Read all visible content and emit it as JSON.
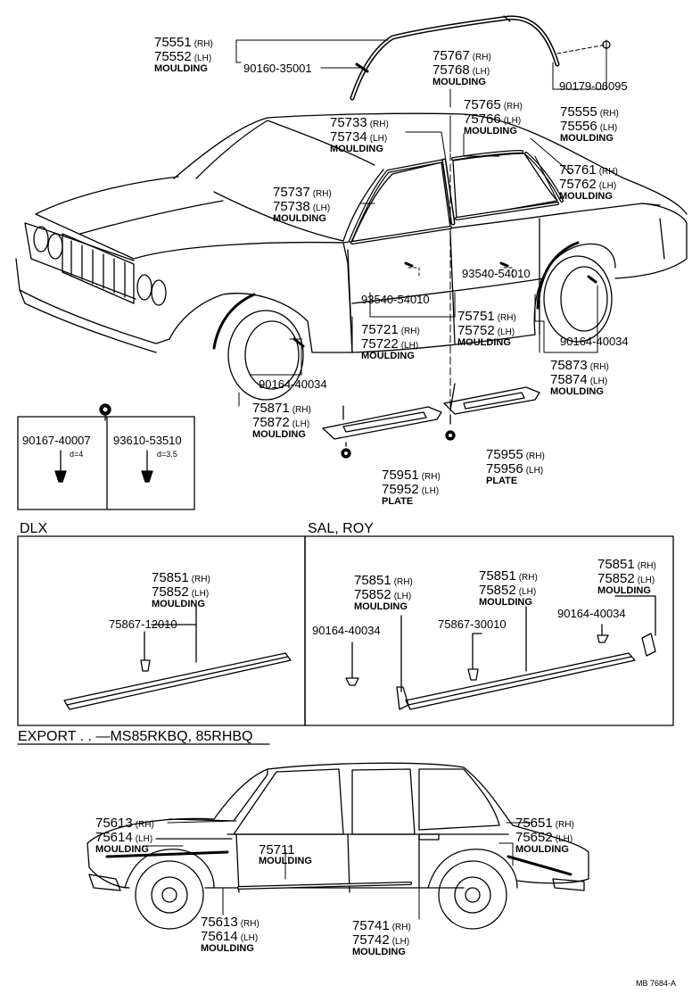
{
  "parts": {
    "p75551": "75551",
    "p75552": "75552",
    "moulding": "MOULDING",
    "rh": "(RH)",
    "lh": "(LH)",
    "p90160": "90160-35001",
    "p75767": "75767",
    "p75768": "75768",
    "p90179": "90179-06095",
    "p75765": "75765",
    "p75766": "75766",
    "p75555": "75555",
    "p75556": "75556",
    "p75733": "75733",
    "p75734": "75734",
    "p75761": "75761",
    "p75762": "75762",
    "p75737": "75737",
    "p75738": "75738",
    "p93540a": "93540-54010",
    "p93540b": "93540-54010",
    "p75721": "75721",
    "p75722": "75722",
    "p75751": "75751",
    "p75752": "75752",
    "p90164a": "90164-40034",
    "p90164b": "90164-40034",
    "p75873": "75873",
    "p75874": "75874",
    "p75871": "75871",
    "p75872": "75872",
    "p90167": "90167-40007",
    "d4": "d=4",
    "p93610": "93610-53510",
    "d35": "d=3.5",
    "p75951": "75951",
    "p75952": "75952",
    "plate": "PLATE",
    "p75955": "75955",
    "p75956": "75956"
  },
  "dlx": {
    "title": "DLX",
    "p75851": "75851",
    "p75852": "75852",
    "p75867": "75867-12010"
  },
  "sal": {
    "title": "SAL, ROY",
    "p75851": "75851",
    "p75852": "75852",
    "p90164": "90164-40034",
    "p75867": "75867-30010"
  },
  "export": {
    "title": "EXPORT . . —MS85RKBQ, 85RHBQ",
    "p75613": "75613",
    "p75614": "75614",
    "p75711": "75711",
    "p75651": "75651",
    "p75652": "75652",
    "p75741": "75741",
    "p75742": "75742"
  },
  "ref": "MB 7684-A"
}
